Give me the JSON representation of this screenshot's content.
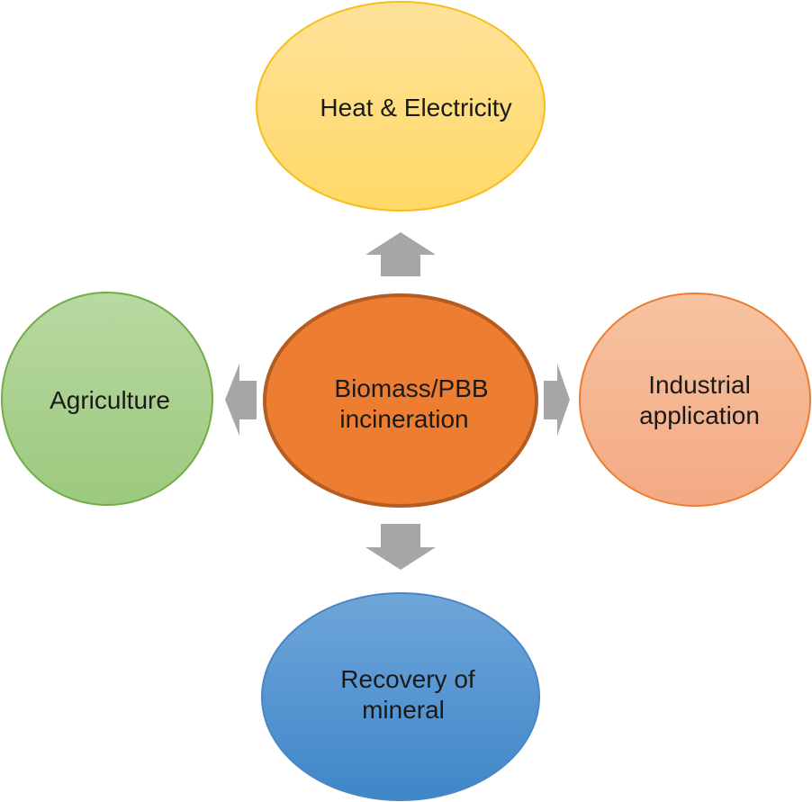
{
  "diagram": {
    "center": {
      "lines": [
        "Biomass/PBB",
        "incineration"
      ],
      "fill": "#ED7D31",
      "stroke": "#B45C22"
    },
    "top": {
      "lines": [
        "Heat & Electricity"
      ],
      "fill": "#FFD966",
      "stroke": "#F5BE1A"
    },
    "right": {
      "lines": [
        "Industrial",
        "application"
      ],
      "fill": "#F4B183",
      "stroke": "#ED7D31"
    },
    "bottom": {
      "lines": [
        "Recovery of",
        "mineral"
      ],
      "fill": "#5B9BD5",
      "stroke": "#4A86C2"
    },
    "left": {
      "lines": [
        "Agriculture"
      ],
      "fill": "#A9D18E",
      "stroke": "#70AD47"
    },
    "arrow_color": "#A6A6A6"
  }
}
